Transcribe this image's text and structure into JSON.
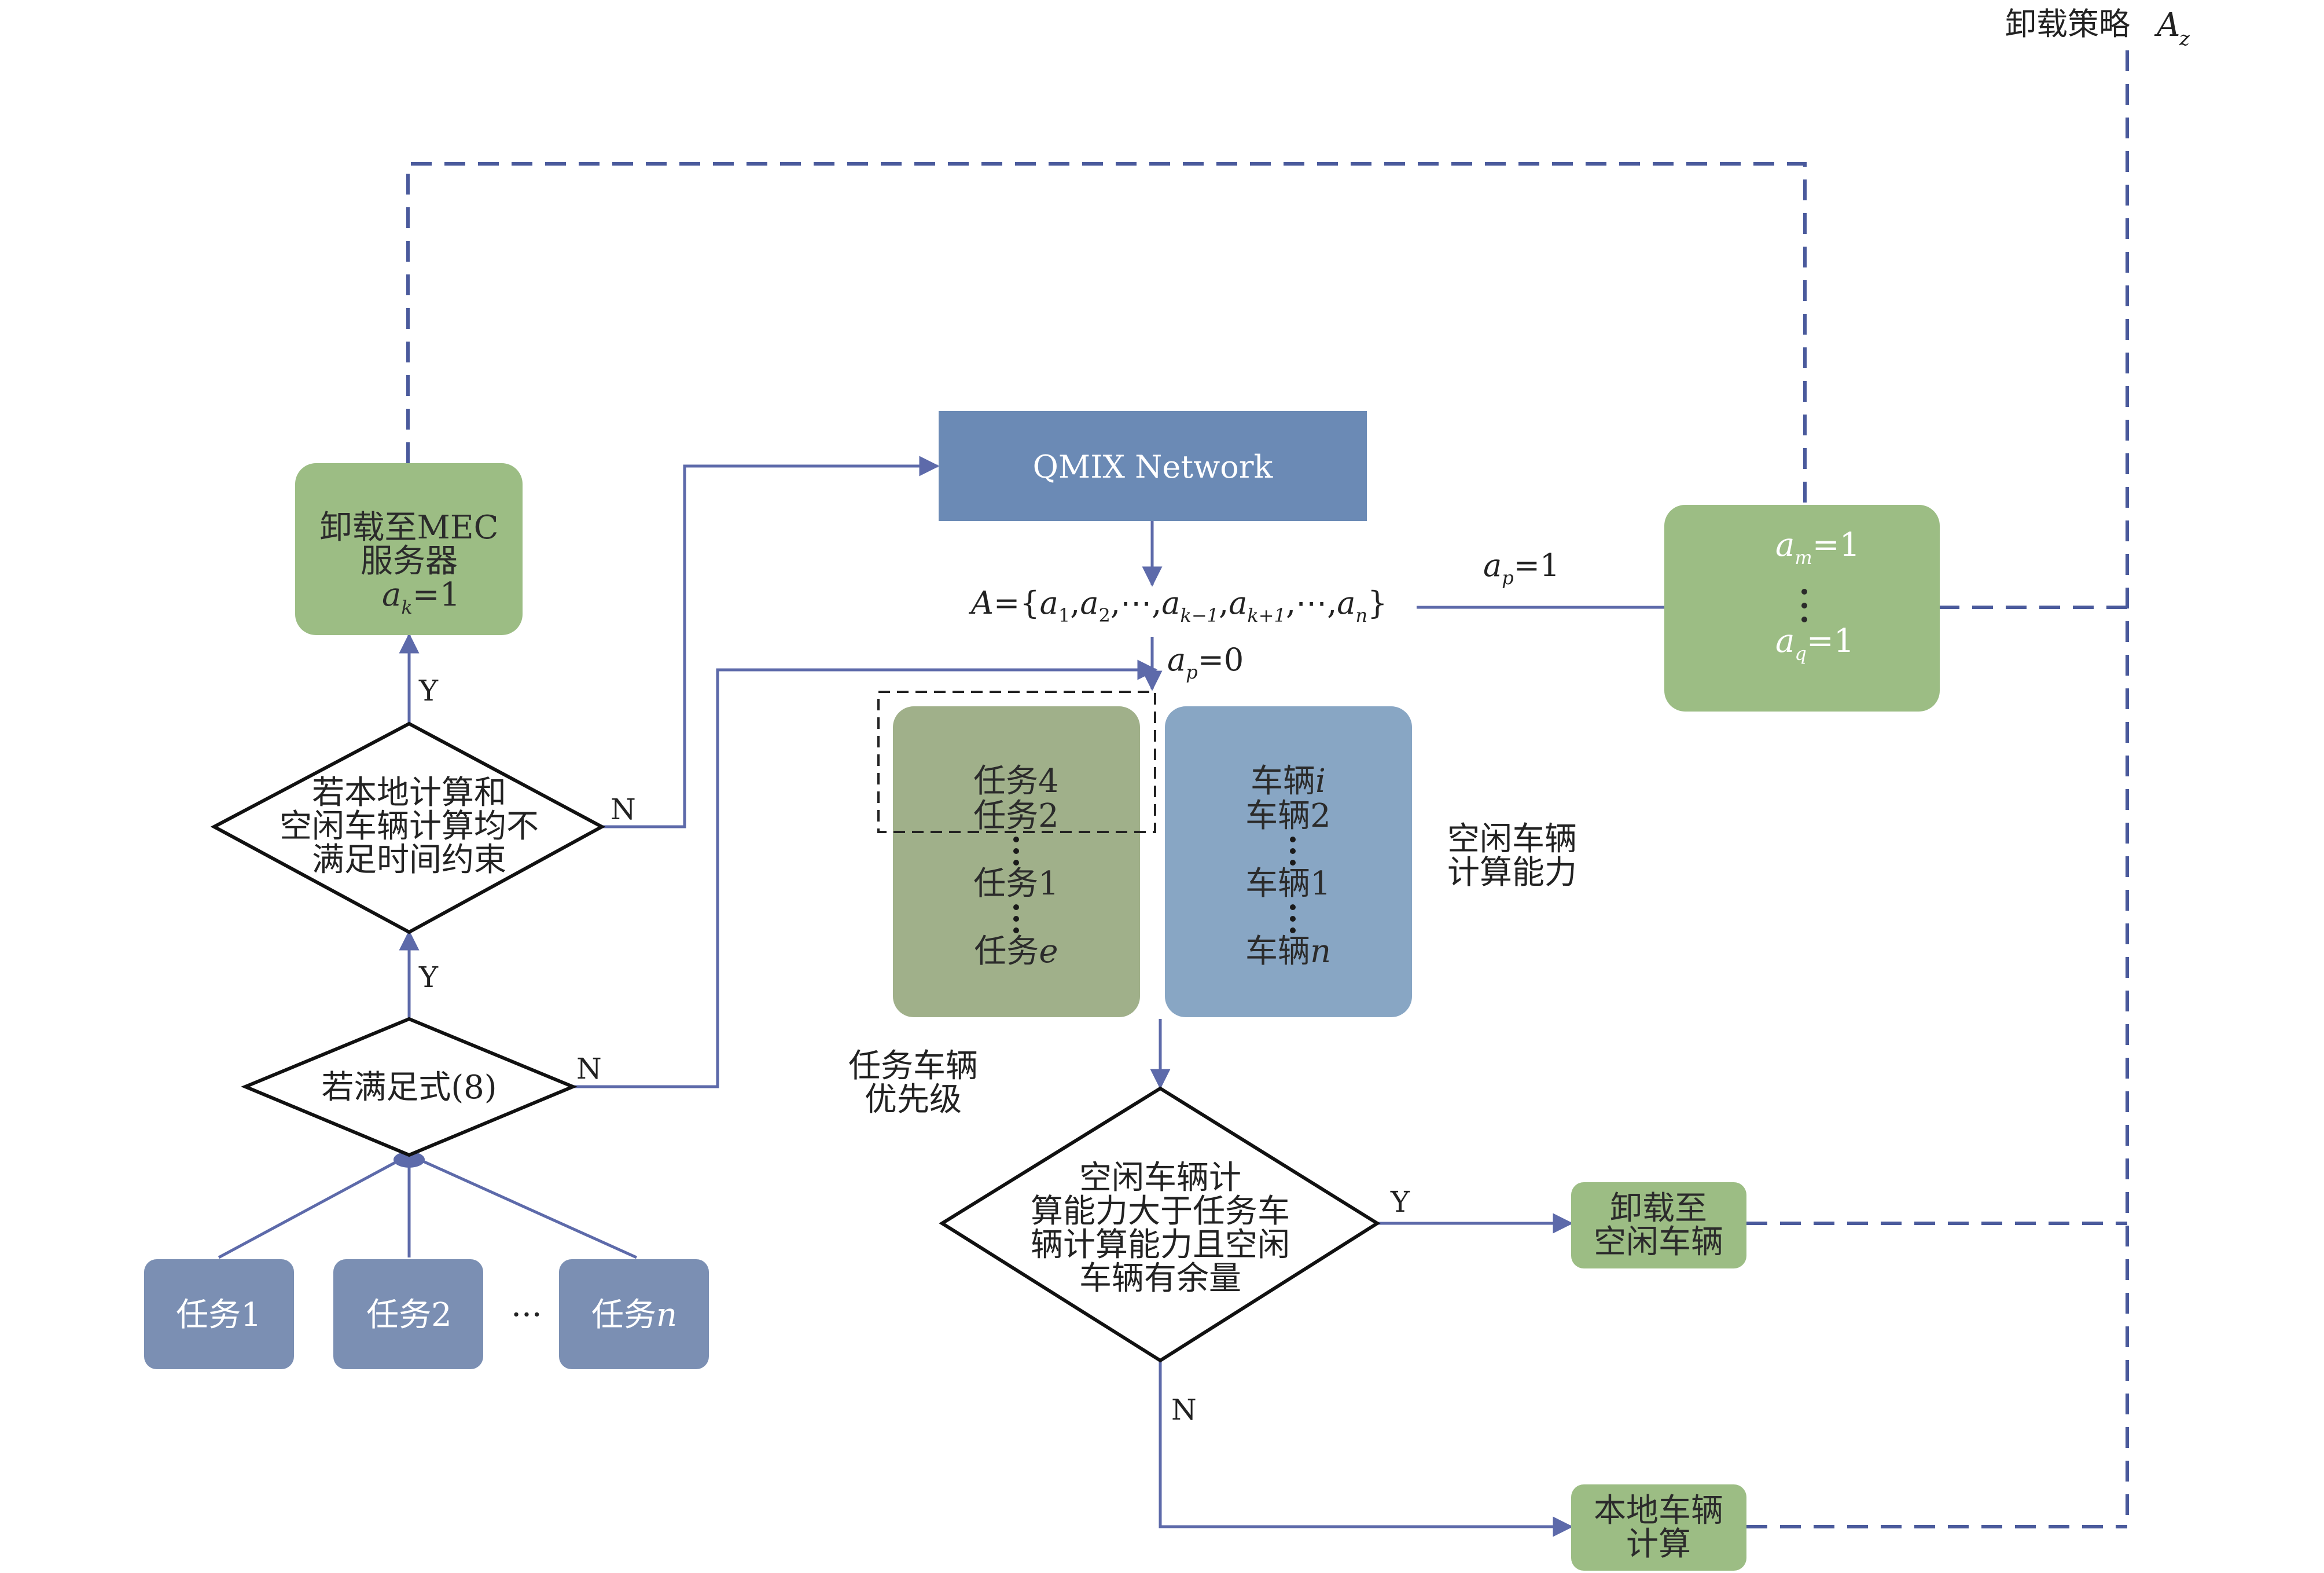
{
  "colors": {
    "arrow": "#5d6aaa",
    "dashed": "#4a5a9c",
    "green_box": "#9cbd84",
    "olive_box": "#a0b08a",
    "blue_box": "#88a6c4",
    "task_box": "#7b8fb3",
    "qmix_box": "#6b8ab5"
  },
  "top_label": {
    "text": "卸载策略",
    "var": "A",
    "sub": "z"
  },
  "qmix": {
    "label": "QMIX Network"
  },
  "action_set": {
    "lhs": "A",
    "items": [
      {
        "v": "a",
        "s": "1"
      },
      {
        "v": "a",
        "s": "2"
      },
      {
        "v": "⋯",
        "s": ""
      },
      {
        "v": "a",
        "s": "k−1"
      },
      {
        "v": "a",
        "s": "k+1"
      },
      {
        "v": "⋯",
        "s": ""
      },
      {
        "v": "a",
        "s": "n"
      }
    ]
  },
  "ap1": {
    "var": "a",
    "sub": "p",
    "eq": "=1"
  },
  "ap0": {
    "var": "a",
    "sub": "p",
    "eq": "=0"
  },
  "mec_box": {
    "line1": "卸载至MEC",
    "line2": "服务器",
    "var": "a",
    "sub": "k",
    "eq": "=1"
  },
  "am_box": {
    "top": {
      "var": "a",
      "sub": "m",
      "eq": "=1"
    },
    "bottom": {
      "var": "a",
      "sub": "q",
      "eq": "=1"
    }
  },
  "diamond_constraint": {
    "lines": [
      "若本地计算和",
      "空闲车辆计算均不",
      "满足时间约束"
    ]
  },
  "diamond_eq8": {
    "label": "若满足式(8)"
  },
  "diamond_capacity": {
    "lines": [
      "空闲车辆计",
      "算能力大于任务车",
      "辆计算能力且空闲",
      "车辆有余量"
    ]
  },
  "labels": {
    "Y": "Y",
    "N": "N"
  },
  "task_priority_box": {
    "items": [
      "任务4",
      "任务2",
      "任务1"
    ],
    "last_prefix": "任务",
    "last_var": "e"
  },
  "vehicle_box": {
    "first_prefix": "车辆",
    "first_var": "i",
    "items": [
      "车辆2",
      "车辆1"
    ],
    "last_prefix": "车辆",
    "last_var": "n"
  },
  "task_priority_caption": [
    "任务车辆",
    "优先级"
  ],
  "idle_capacity_caption": [
    "空闲车辆",
    "计算能力"
  ],
  "tasks": [
    {
      "label": "任务1",
      "var": ""
    },
    {
      "label": "任务2",
      "var": ""
    },
    {
      "label": "任务",
      "var": "n"
    }
  ],
  "task_ellipsis": "···",
  "offload_idle_box": [
    "卸载至",
    "空闲车辆"
  ],
  "local_box": [
    "本地车辆",
    "计算"
  ]
}
